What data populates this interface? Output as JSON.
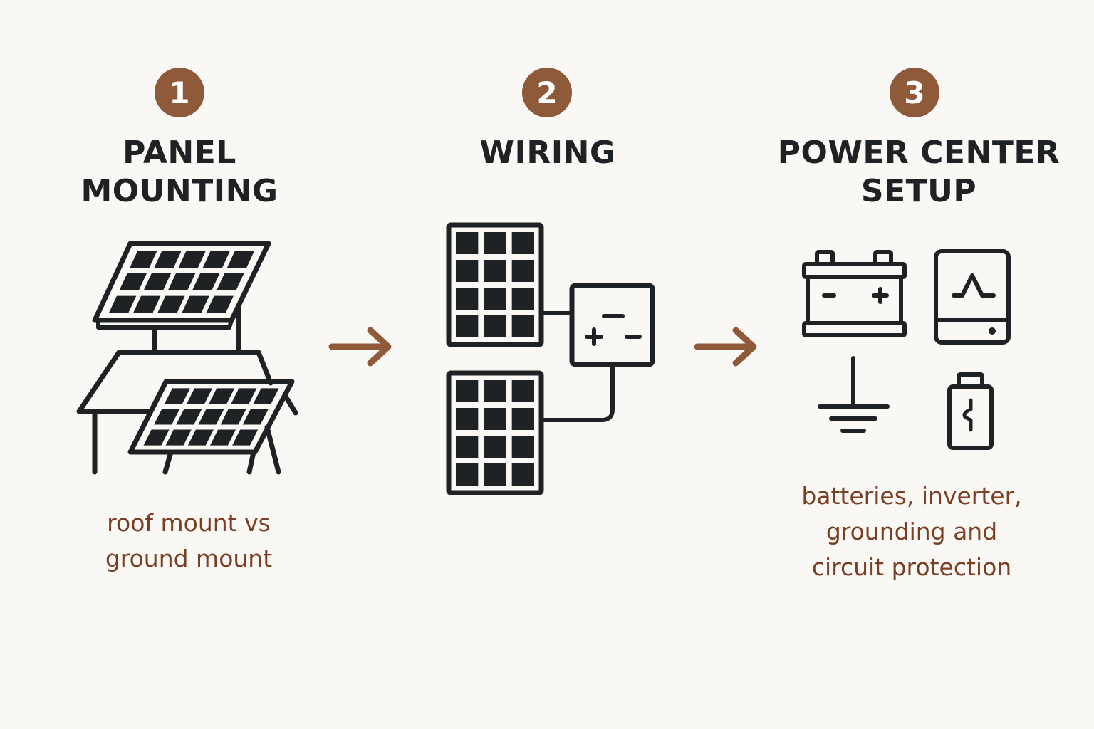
{
  "steps": [
    {
      "number": "1",
      "title": "PANEL\nMOUNTING",
      "caption": "roof mount vs\nground mount",
      "icon": "solar-panel-mounting-icon"
    },
    {
      "number": "2",
      "title": "WIRING",
      "caption": "",
      "icon": "panel-wiring-icon"
    },
    {
      "number": "3",
      "title": "POWER CENTER\nSETUP",
      "caption": "batteries, inverter,\ngrounding and\ncircuit protection",
      "icon": "power-center-icons"
    }
  ],
  "connectors": [
    "arrow-right-icon",
    "arrow-right-icon"
  ],
  "colors": {
    "background": "#faf8f4",
    "accent": "#8f5a3a",
    "caption": "#7a3f22",
    "ink": "#1f2224"
  }
}
